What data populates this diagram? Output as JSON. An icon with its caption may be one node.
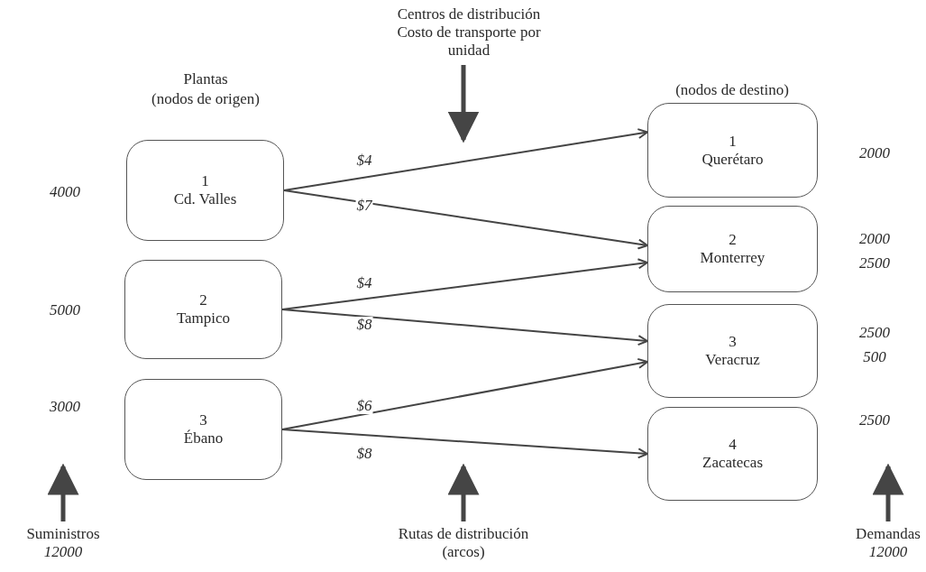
{
  "diagram": {
    "nodes": [
      {
        "text": [
          "Centros de distribución",
          "Costo de transporte por unidad"
        ]
      },
      {
        "text": [
          "1",
          "Cd. Valles"
        ]
      },
      {
        "text": [
          "2",
          "Tampico"
        ]
      },
      {
        "text": [
          "3",
          "Ébano"
        ]
      },
      {
        "text": [
          "1",
          "Querétaro"
        ]
      },
      {
        "text": [
          "2",
          "Monterrey"
        ]
      },
      {
        "text": [
          "3",
          "Veracruz"
        ]
      },
      {
        "text": [
          "4",
          "Zacatecas"
        ]
      },
      {
        "text": [
          "Suministros",
          "12000"
        ]
      },
      {
        "text": [
          "Rutas de distribución",
          "(arcos)"
        ]
      },
      {
        "text": [
          "Demandas",
          "12000"
        ]
      }
    ],
    "edges": [
      {
        "from": 1,
        "to": 4,
        "arrow": "to",
        "label": "$4"
      },
      {
        "from": 1,
        "to": 5,
        "arrow": "to",
        "label": "$7"
      },
      {
        "from": 2,
        "to": 5,
        "arrow": "to",
        "label": "$4"
      },
      {
        "from": 2,
        "to": 6,
        "arrow": "to",
        "label": "$8"
      },
      {
        "from": 3,
        "to": 6,
        "arrow": "to",
        "label": "$6"
      },
      {
        "from": 3,
        "to": 7,
        "arrow": "to",
        "label": "$8"
      },
      {
        "from": 0,
        "to": null,
        "arrow": "to",
        "style": "thick"
      },
      {
        "from": 8,
        "to": null,
        "arrow": "to",
        "style": "thick"
      },
      {
        "from": 9,
        "to": null,
        "arrow": "to",
        "style": "thick"
      },
      {
        "from": 10,
        "to": null,
        "arrow": "to",
        "style": "thick"
      }
    ],
    "labels": [
      "(nodos de destino)",
      "Plantas",
      "(nodos de origen)",
      "2000",
      "4000",
      "2000",
      "2500",
      "5000",
      "2500",
      "500",
      "3000",
      "2500"
    ]
  }
}
